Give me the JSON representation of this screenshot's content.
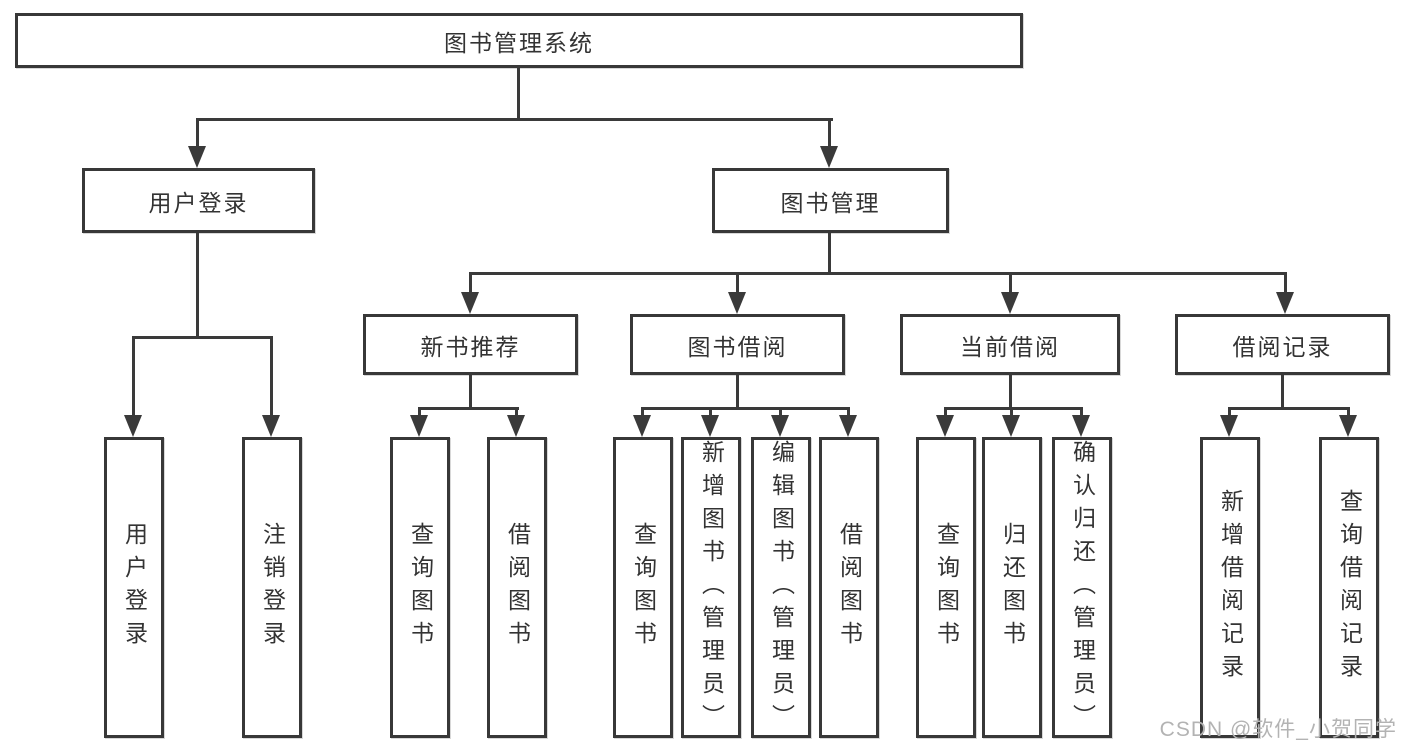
{
  "diagram": {
    "root": "图书管理系统",
    "user_login": {
      "label": "用户登录",
      "leaves": [
        "用户登录",
        "注销登录"
      ]
    },
    "book_management": {
      "label": "图书管理",
      "groups": [
        {
          "label": "新书推荐",
          "leaves": [
            "查询图书",
            "借阅图书"
          ]
        },
        {
          "label": "图书借阅",
          "leaves": [
            "查询图书",
            "新增图书（管理员）",
            "编辑图书（管理员）",
            "借阅图书"
          ]
        },
        {
          "label": "当前借阅",
          "leaves": [
            "查询图书",
            "归还图书",
            "确认归还（管理员）"
          ]
        },
        {
          "label": "借阅记录",
          "leaves": [
            "新增借阅记录",
            "查询借阅记录"
          ]
        }
      ]
    }
  },
  "watermark": "CSDN @软件_小贺同学",
  "colors": {
    "line": "#3a3a3a",
    "text": "#333333",
    "watermark": "#b3b3b3",
    "background": "#ffffff"
  }
}
